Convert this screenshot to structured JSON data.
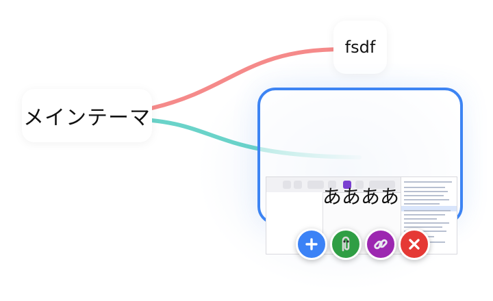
{
  "mindmap": {
    "root": {
      "label": "メインテーマ"
    },
    "children": [
      {
        "label": "fsdf",
        "edge_color": "#f58a8a"
      },
      {
        "label": "ああああ",
        "edge_color": "#6ad3c9",
        "selected": true,
        "has_image": true
      }
    ]
  },
  "selection": {
    "border_color": "#3d84f3"
  },
  "toolbar": {
    "buttons": [
      {
        "name": "add",
        "icon": "plus-icon",
        "color": "#3b82f6"
      },
      {
        "name": "attach",
        "icon": "paperclip-icon",
        "color": "#2f9e44"
      },
      {
        "name": "link",
        "icon": "link-icon",
        "color": "#9c27b0"
      },
      {
        "name": "delete",
        "icon": "close-icon",
        "color": "#e53935"
      }
    ]
  }
}
